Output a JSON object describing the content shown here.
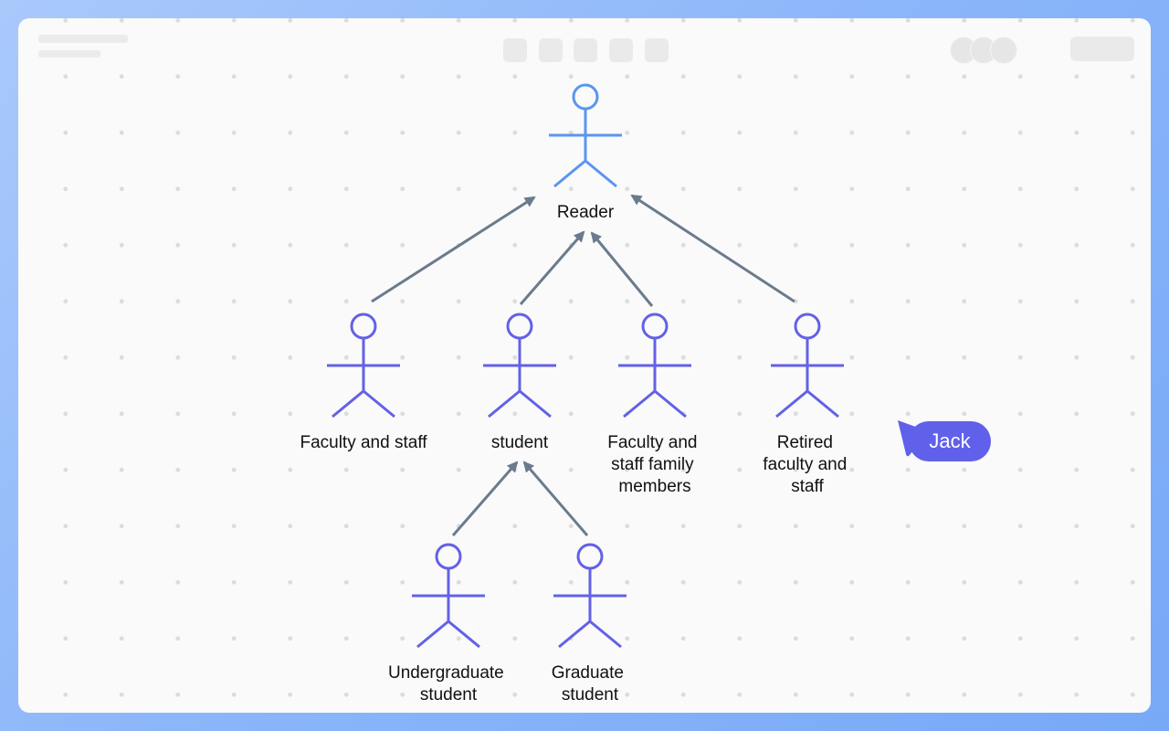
{
  "diagram": {
    "actors": {
      "reader": "Reader",
      "faculty_staff": "Faculty and staff",
      "student": "student",
      "family": [
        "Faculty and",
        "staff family",
        "members"
      ],
      "retired": [
        "Retired",
        "faculty and",
        "staff"
      ],
      "undergrad": [
        "Undergraduate",
        "student"
      ],
      "graduate": [
        "Graduate",
        "student"
      ]
    },
    "colors": {
      "root_actor": "#5b95f0",
      "actor": "#6361e6",
      "arrow": "#6b7b8d",
      "cursor": "#6060ea"
    }
  },
  "collaborator": {
    "name": "Jack",
    "icon": "cursor-pointer-icon"
  }
}
